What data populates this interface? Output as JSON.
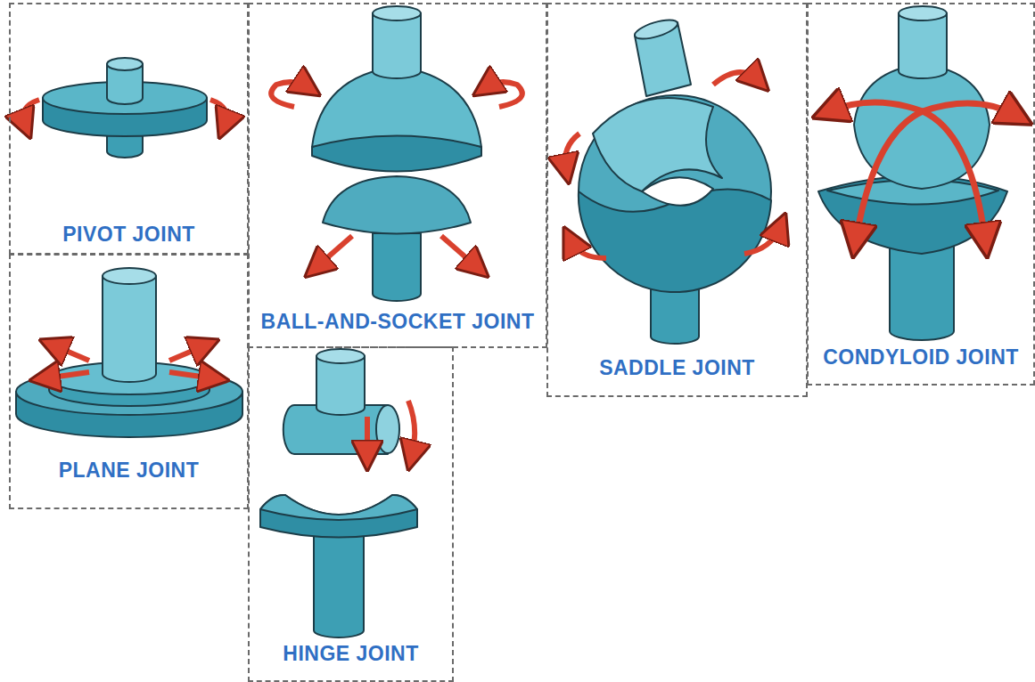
{
  "diagram": {
    "nodes": [
      {
        "text": [
          "PIVOT JOINT"
        ]
      },
      {
        "text": [
          "PLANE JOINT"
        ]
      },
      {
        "text": [
          "BALL-AND-SOCKET JOINT"
        ]
      },
      {
        "text": [
          "HINGE JOINT"
        ]
      },
      {
        "text": [
          "SADDLE JOINT"
        ]
      },
      {
        "text": [
          "CONDYLOID JOINT"
        ]
      }
    ]
  }
}
